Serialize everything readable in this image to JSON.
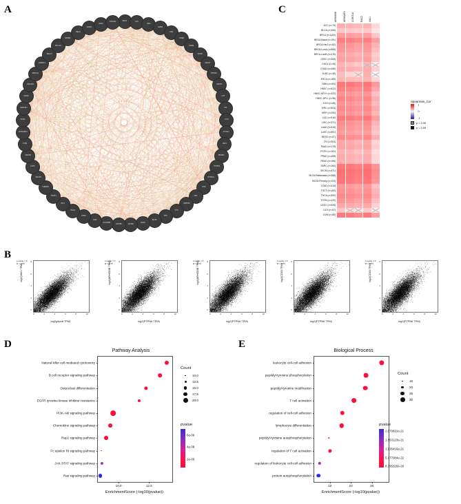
{
  "panels": {
    "a": {
      "letter": "A"
    },
    "b": {
      "letter": "B"
    },
    "c": {
      "letter": "C"
    },
    "d": {
      "letter": "D"
    },
    "e": {
      "letter": "E"
    }
  },
  "network": {
    "nodes": [
      "SHC1",
      "LCK",
      "SRC",
      "GRB2",
      "CD4",
      "CD8A",
      "CD3E",
      "CD3D",
      "CD247",
      "PTPRC",
      "ZAP70",
      "LAT",
      "ITK",
      "FYN",
      "PLCG1",
      "VAV1",
      "PIK3R1",
      "PTPN6",
      "PTPN11",
      "CSK",
      "CBL",
      "INPP5D",
      "SYK",
      "BTK",
      "BLNK",
      "CD19",
      "CD79A",
      "CD79B",
      "FCGR2B",
      "CR2",
      "CD22",
      "PAG1",
      "SIT1",
      "TRAT1",
      "THEMIS",
      "SKAP1",
      "LCP2",
      "GRAP2",
      "FYB1",
      "RASGRP1",
      "SOS1",
      "MAP4K1",
      "DOK2",
      "UNC119",
      "PRKCQ",
      "CARD11",
      "MALT1",
      "BCL10",
      "NFKB1",
      "RELA",
      "IL2RG",
      "JAK3",
      "STAT5A"
    ]
  },
  "chart_data": [
    {
      "type": "scatter",
      "panel": "B",
      "plots": [
        {
          "xlabel": "log2(ptpn6 TPM)",
          "ylabel": "log2(VAV1 TPM)",
          "pvalue_text": "p-value = 0",
          "r_text": "R = 0.76",
          "xticks": [
            "0",
            "2",
            "4",
            "6",
            "8",
            "10"
          ],
          "yticks": [
            "0",
            "2",
            "4",
            "6",
            "8"
          ],
          "n_points": 9500,
          "slope": 0.88,
          "intercept": 0.4,
          "noise": 0.95
        },
        {
          "xlabel": "log2(PTPN6 TPM)",
          "ylabel": "log2(ARHGDIB TPM)",
          "pvalue_text": "p-value = 0",
          "r_text": "R = 0.75",
          "xticks": [
            "0",
            "2",
            "4",
            "6",
            "8",
            "10"
          ],
          "yticks": [
            "0",
            "2",
            "4",
            "6",
            "8"
          ],
          "n_points": 9500,
          "slope": 0.9,
          "intercept": 0.5,
          "noise": 1.0
        },
        {
          "xlabel": "log2(PTPN6 TPM)",
          "ylabel": "log2(ARHGDIB TPM)",
          "pvalue_text": "p-value = 0",
          "r_text": "R = 0.74",
          "xticks": [
            "0",
            "2",
            "4",
            "6",
            "8",
            "10"
          ],
          "yticks": [
            "0",
            "2",
            "4",
            "6",
            "8"
          ],
          "n_points": 9500,
          "slope": 0.92,
          "intercept": 0.45,
          "noise": 1.05
        },
        {
          "xlabel": "log2(PTPN6 TPM)",
          "ylabel": "log2(CD53 TPM)",
          "pvalue_text": "p-value = 0",
          "r_text": "R = 0.74",
          "xticks": [
            "0",
            "2",
            "4",
            "6",
            "8",
            "10"
          ],
          "yticks": [
            "0",
            "2",
            "4",
            "6",
            "8"
          ],
          "n_points": 9500,
          "slope": 0.9,
          "intercept": 0.5,
          "noise": 1.05
        },
        {
          "xlabel": "log2(PTPN6 TPM)",
          "ylabel": "log2(CD53 TPM)",
          "pvalue_text": "p-value = 0",
          "r_text": "R = 0.74",
          "xticks": [
            "0",
            "2",
            "4",
            "6",
            "8",
            "10"
          ],
          "yticks": [
            "0",
            "2",
            "4",
            "6",
            "8"
          ],
          "n_points": 9500,
          "slope": 0.9,
          "intercept": 0.5,
          "noise": 1.05
        }
      ]
    },
    {
      "type": "heatmap",
      "panel": "C",
      "legend_title": "Spearman_Cor",
      "legend_ticks": [
        "1",
        "0",
        "-1"
      ],
      "pkeys": [
        {
          "label": "p > 0.05",
          "style": "crossed"
        },
        {
          "label": "p < 0.05",
          "style": "filled"
        }
      ],
      "columns": [
        "ARHGDIB",
        "ARHGAP9",
        "CORO1A",
        "RAC2",
        "VAV1"
      ],
      "rows": [
        {
          "label": "ACC (n=79)",
          "values": [
            0.42,
            0.4,
            0.36,
            0.4,
            0.2
          ],
          "sig": [
            1,
            1,
            1,
            1,
            1
          ]
        },
        {
          "label": "BLCA (n=408)",
          "values": [
            0.3,
            0.28,
            0.26,
            0.3,
            0.14
          ],
          "sig": [
            1,
            1,
            1,
            1,
            1
          ]
        },
        {
          "label": "BRCA (n=1100)",
          "values": [
            0.52,
            0.5,
            0.48,
            0.52,
            0.3
          ],
          "sig": [
            1,
            1,
            1,
            1,
            1
          ]
        },
        {
          "label": "BRCA-Basal (n=191)",
          "values": [
            0.68,
            0.66,
            0.62,
            0.68,
            0.52
          ],
          "sig": [
            1,
            1,
            1,
            1,
            1
          ]
        },
        {
          "label": "BRCA-Her2 (n=82)",
          "values": [
            0.58,
            0.56,
            0.5,
            0.56,
            0.4
          ],
          "sig": [
            1,
            1,
            1,
            1,
            1
          ]
        },
        {
          "label": "BRCA-LumA (n=568)",
          "values": [
            0.55,
            0.52,
            0.48,
            0.54,
            0.34
          ],
          "sig": [
            1,
            1,
            1,
            1,
            1
          ]
        },
        {
          "label": "BRCA-LumB (n=219)",
          "values": [
            0.46,
            0.44,
            0.4,
            0.46,
            0.26
          ],
          "sig": [
            1,
            1,
            1,
            1,
            1
          ]
        },
        {
          "label": "CESC (n=306)",
          "values": [
            0.5,
            0.48,
            0.44,
            0.5,
            0.3
          ],
          "sig": [
            1,
            1,
            1,
            1,
            1
          ]
        },
        {
          "label": "CHOL (n=36)",
          "values": [
            0.4,
            0.34,
            0.28,
            0.36,
            0.1
          ],
          "sig": [
            1,
            1,
            1,
            0,
            0
          ]
        },
        {
          "label": "COAD (n=458)",
          "values": [
            0.44,
            0.42,
            0.38,
            0.44,
            0.24
          ],
          "sig": [
            1,
            1,
            1,
            1,
            1
          ]
        },
        {
          "label": "DLBC (n=48)",
          "values": [
            0.36,
            0.22,
            0.18,
            0.42,
            0.06
          ],
          "sig": [
            1,
            1,
            0,
            1,
            0
          ]
        },
        {
          "label": "ESCA (n=185)",
          "values": [
            0.38,
            0.36,
            0.34,
            0.4,
            0.22
          ],
          "sig": [
            1,
            1,
            1,
            1,
            1
          ]
        },
        {
          "label": "GBM (n=153)",
          "values": [
            0.72,
            0.7,
            0.66,
            0.72,
            0.54
          ],
          "sig": [
            1,
            1,
            1,
            1,
            1
          ]
        },
        {
          "label": "HNSC (n=522)",
          "values": [
            0.66,
            0.64,
            0.6,
            0.66,
            0.46
          ],
          "sig": [
            1,
            1,
            1,
            1,
            1
          ]
        },
        {
          "label": "HNSC-HPV+ (n=422)",
          "values": [
            0.56,
            0.54,
            0.5,
            0.56,
            0.34
          ],
          "sig": [
            1,
            1,
            1,
            1,
            1
          ]
        },
        {
          "label": "HNSC-HPV- (n=98)",
          "values": [
            0.64,
            0.62,
            0.56,
            0.64,
            0.42
          ],
          "sig": [
            1,
            1,
            1,
            1,
            1
          ]
        },
        {
          "label": "KICH (n=66)",
          "values": [
            0.56,
            0.54,
            0.5,
            0.56,
            0.36
          ],
          "sig": [
            1,
            1,
            1,
            1,
            1
          ]
        },
        {
          "label": "KIRC (n=533)",
          "values": [
            0.62,
            0.6,
            0.56,
            0.62,
            0.44
          ],
          "sig": [
            1,
            1,
            1,
            1,
            1
          ]
        },
        {
          "label": "KIRP (n=290)",
          "values": [
            0.58,
            0.56,
            0.52,
            0.58,
            0.38
          ],
          "sig": [
            1,
            1,
            1,
            1,
            1
          ]
        },
        {
          "label": "LGG (n=516)",
          "values": [
            0.7,
            0.68,
            0.64,
            0.7,
            0.52
          ],
          "sig": [
            1,
            1,
            1,
            1,
            1
          ]
        },
        {
          "label": "LIHC (n=371)",
          "values": [
            0.6,
            0.58,
            0.54,
            0.6,
            0.4
          ],
          "sig": [
            1,
            1,
            1,
            1,
            1
          ]
        },
        {
          "label": "LUAD (n=515)",
          "values": [
            0.56,
            0.54,
            0.5,
            0.56,
            0.34
          ],
          "sig": [
            1,
            1,
            1,
            1,
            1
          ]
        },
        {
          "label": "LUSC (n=501)",
          "values": [
            0.52,
            0.5,
            0.46,
            0.52,
            0.3
          ],
          "sig": [
            1,
            1,
            1,
            1,
            1
          ]
        },
        {
          "label": "MESO (n=87)",
          "values": [
            0.62,
            0.6,
            0.56,
            0.62,
            0.42
          ],
          "sig": [
            1,
            1,
            1,
            1,
            1
          ]
        },
        {
          "label": "OV (n=303)",
          "values": [
            0.46,
            0.44,
            0.38,
            0.46,
            0.22
          ],
          "sig": [
            1,
            1,
            1,
            1,
            1
          ]
        },
        {
          "label": "PAAD (n=178)",
          "values": [
            0.48,
            0.46,
            0.42,
            0.48,
            0.26
          ],
          "sig": [
            1,
            1,
            1,
            1,
            1
          ]
        },
        {
          "label": "PCPG (n=181)",
          "values": [
            0.4,
            0.38,
            0.32,
            0.4,
            0.18
          ],
          "sig": [
            1,
            1,
            1,
            1,
            1
          ]
        },
        {
          "label": "PRAD (n=498)",
          "values": [
            0.44,
            0.42,
            0.38,
            0.44,
            0.22
          ],
          "sig": [
            1,
            1,
            1,
            1,
            1
          ]
        },
        {
          "label": "READ (n=166)",
          "values": [
            0.42,
            0.4,
            0.36,
            0.42,
            0.2
          ],
          "sig": [
            1,
            1,
            1,
            1,
            1
          ]
        },
        {
          "label": "SARC (n=260)",
          "values": [
            0.72,
            0.7,
            0.66,
            0.72,
            0.56
          ],
          "sig": [
            1,
            1,
            1,
            1,
            1
          ]
        },
        {
          "label": "SKCM (n=471)",
          "values": [
            0.76,
            0.74,
            0.7,
            0.76,
            0.6
          ],
          "sig": [
            1,
            1,
            1,
            1,
            1
          ]
        },
        {
          "label": "SKCM-Metastasis (n=368)",
          "values": [
            0.74,
            0.72,
            0.68,
            0.74,
            0.58
          ],
          "sig": [
            1,
            1,
            1,
            1,
            1
          ]
        },
        {
          "label": "SKCM-Primary (n=103)",
          "values": [
            0.72,
            0.7,
            0.66,
            0.72,
            0.54
          ],
          "sig": [
            1,
            1,
            1,
            1,
            1
          ]
        },
        {
          "label": "STAD (n=415)",
          "values": [
            0.54,
            0.52,
            0.48,
            0.54,
            0.32
          ],
          "sig": [
            1,
            1,
            1,
            1,
            1
          ]
        },
        {
          "label": "TGCT (n=150)",
          "values": [
            0.58,
            0.56,
            0.52,
            0.58,
            0.38
          ],
          "sig": [
            1,
            1,
            1,
            1,
            1
          ]
        },
        {
          "label": "THCA (n=509)",
          "values": [
            0.62,
            0.6,
            0.56,
            0.62,
            0.42
          ],
          "sig": [
            1,
            1,
            1,
            1,
            1
          ]
        },
        {
          "label": "THYM (n=120)",
          "values": [
            0.56,
            0.54,
            0.48,
            0.56,
            0.34
          ],
          "sig": [
            1,
            1,
            1,
            1,
            1
          ]
        },
        {
          "label": "UCEC (n=545)",
          "values": [
            0.46,
            0.44,
            0.4,
            0.46,
            0.24
          ],
          "sig": [
            1,
            1,
            1,
            1,
            1
          ]
        },
        {
          "label": "UCS (n=57)",
          "values": [
            0.3,
            0.18,
            0.14,
            0.28,
            0.08
          ],
          "sig": [
            1,
            0,
            0,
            1,
            0
          ]
        },
        {
          "label": "UVM (n=80)",
          "values": [
            0.7,
            0.68,
            0.62,
            0.7,
            0.5
          ],
          "sig": [
            1,
            1,
            1,
            1,
            1
          ]
        }
      ]
    },
    {
      "type": "scatter",
      "panel": "D",
      "title": "Pathway Analysis",
      "xlabel": "EnrichmentScore (-log10(pvalue))",
      "xticks": [
        {
          "label": "10.0",
          "value": 10.0
        },
        {
          "label": "12.5",
          "value": 12.5
        }
      ],
      "xlim": [
        8.3,
        14.4
      ],
      "count_legend_title": "Count",
      "count_legend": [
        {
          "label": "10.0",
          "size": 1.6
        },
        {
          "label": "12.5",
          "size": 3.0
        },
        {
          "label": "15.0",
          "size": 4.4
        },
        {
          "label": "17.5",
          "size": 5.6
        },
        {
          "label": "20.0",
          "size": 7.0
        }
      ],
      "pvalue_legend_title": "pvalue",
      "pvalue_legend": [
        "6e-09",
        "4e-09",
        "2e-09"
      ],
      "categories": [
        "Natural killer cell mediated cytotoxicity",
        "B cell receptor signaling pathway",
        "Osteoclast differentiation",
        "EGFR tyrosine kinase inhibitor resistance",
        "PI3K-Akt signaling pathway",
        "Chemokine signaling pathway",
        "Rap1 signaling pathway",
        "Fc epsilon RI signaling pathway",
        "JAK-STAT signaling pathway",
        "Ras signaling pathway"
      ],
      "values": [
        13.95,
        13.4,
        12.25,
        11.7,
        9.55,
        9.3,
        9.0,
        8.6,
        8.65,
        8.5
      ],
      "counts": [
        17.5,
        16.5,
        16.0,
        14.0,
        20.0,
        17.0,
        17.0,
        10.0,
        14.0,
        17.0
      ],
      "colors": [
        "#fd0e3c",
        "#fd0e3c",
        "#fd0e3c",
        "#fd0e3c",
        "#fd0e3c",
        "#fd0e3c",
        "#fe0b38",
        "#fd1550",
        "#b32ad4",
        "#2b2fe8"
      ]
    },
    {
      "type": "scatter",
      "panel": "E",
      "title": "Biological Process",
      "xlabel": "EnrichmentScore (-log10(pvalue))",
      "xticks": [
        {
          "label": "22",
          "value": 22
        },
        {
          "label": "24",
          "value": 24
        },
        {
          "label": "26",
          "value": 26
        }
      ],
      "xlim": [
        20.5,
        27.6
      ],
      "count_legend_title": "Count",
      "count_legend": [
        {
          "label": "15",
          "size": 1.6
        },
        {
          "label": "20",
          "size": 3.4
        },
        {
          "label": "25",
          "size": 5.2
        },
        {
          "label": "30",
          "size": 7.0
        }
      ],
      "pvalue_legend_title": "pvalue",
      "pvalue_legend": [
        "2.070831e-21",
        "1.553123e-21",
        "1.035416e-21",
        "5.177084e-22",
        "8.795326e-28"
      ],
      "categories": [
        "leukocyte cell-cell adhesion",
        "peptidyl-tyrosine phosphorylation",
        "peptidyl-tyrosine modification",
        "T cell activation",
        "regulation of cell-cell adhesion",
        "lymphocyte differentiation",
        "peptidyl-tyrosine autophosphorylation",
        "regulation of T cell activation",
        "regulation of leukocyte cell-cell adhesion",
        "protein autophosphorylation"
      ],
      "values": [
        26.95,
        25.45,
        25.35,
        24.3,
        23.2,
        23.1,
        21.9,
        22.0,
        21.0,
        20.9
      ],
      "counts": [
        27.0,
        26.0,
        26.0,
        28.0,
        25.0,
        25.0,
        14.0,
        22.0,
        20.0,
        23.0
      ],
      "colors": [
        "#fd0e3c",
        "#fd0e3c",
        "#fd0e3c",
        "#fd0e3c",
        "#fd0e3c",
        "#fd0e3c",
        "#fd1550",
        "#fd1042",
        "#9c2cd0",
        "#2b2fe8"
      ]
    }
  ]
}
